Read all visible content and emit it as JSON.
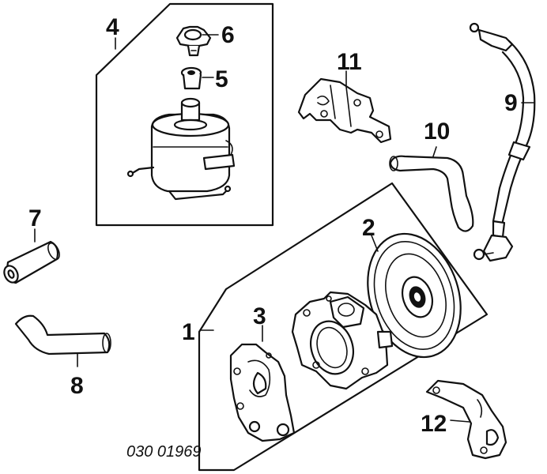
{
  "callouts": {
    "c1": "1",
    "c2": "2",
    "c3": "3",
    "c4": "4",
    "c5": "5",
    "c6": "6",
    "c7": "7",
    "c8": "8",
    "c9": "9",
    "c10": "10",
    "c11": "11",
    "c12": "12"
  },
  "figure_code": "030 01969"
}
